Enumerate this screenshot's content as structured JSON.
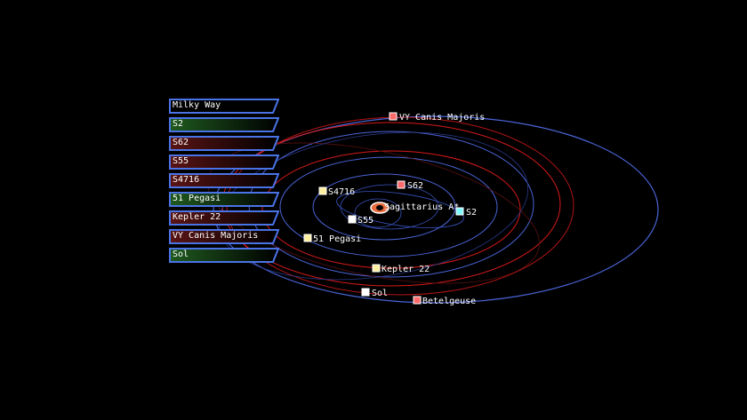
{
  "window": {
    "system_label": "Milky Way"
  },
  "sidebar": {
    "items": [
      {
        "label": "S2",
        "tint": "#1f5a1f"
      },
      {
        "label": "S62",
        "tint": "#5a1414"
      },
      {
        "label": "S55",
        "tint": "#5a1414"
      },
      {
        "label": "S4716",
        "tint": "#5a1414"
      },
      {
        "label": "51 Pegasi",
        "tint": "#1f5a1f"
      },
      {
        "label": "Kepler 22",
        "tint": "#5a1414"
      },
      {
        "label": "VY Canis Majoris",
        "tint": "#5a1414"
      },
      {
        "label": "Sol",
        "tint": "#1f5a1f"
      }
    ]
  },
  "map": {
    "center": {
      "label": "Sagittarius A*"
    },
    "bodies": {
      "vy_canis_majoris": {
        "label": "VY Canis Majoris",
        "color": "#ff6b6b"
      },
      "s62": {
        "label": "S62",
        "color": "#ff6b6b"
      },
      "s4716": {
        "label": "S4716",
        "color": "#fff0a0"
      },
      "s2": {
        "label": "S2",
        "color": "#7ff7ff"
      },
      "s55": {
        "label": "S55",
        "color": "#ffffff"
      },
      "pegasi": {
        "label": "51 Pegasi",
        "color": "#fff0a0"
      },
      "kepler": {
        "label": "Kepler 22",
        "color": "#fff0a0"
      },
      "sol": {
        "label": "Sol",
        "color": "#ffffff"
      },
      "betelgeuse": {
        "label": "Betelgeuse",
        "color": "#ff6b6b"
      }
    }
  },
  "colors": {
    "frame": "#4a73e6",
    "orbit_blue": "#4a64d6",
    "orbit_red": "#d81a1a"
  }
}
